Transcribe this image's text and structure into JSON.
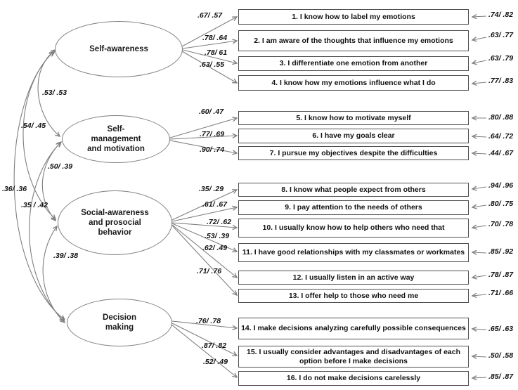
{
  "diagram_type": "confirmatory-factor-analysis-path-diagram",
  "factors": [
    {
      "name": "Self-awareness",
      "display_name": "Self-awareness",
      "loadings": [
        ".67/ .57",
        ".78/ .64",
        ".78/ 61",
        ".63/ .55"
      ]
    },
    {
      "name": "Self-management and motivation",
      "display_name": "Self-\nmanagement\nand motivation",
      "loadings": [
        ".60/ .47",
        ".77/ .69",
        ".90/ .74"
      ]
    },
    {
      "name": "Social-awareness and prosocial behavior",
      "display_name": "Social-awareness\nand prosocial\nbehavior",
      "loadings": [
        ".35/ .29",
        ".61/ .67",
        ".72/ .62",
        ".53/ .39",
        ".62/ .49",
        ".71/ .76"
      ]
    },
    {
      "name": "Decision making",
      "display_name": "Decision\nmaking",
      "loadings": [
        ".76/ .78",
        ".87/ .82",
        ".52/ .49"
      ]
    }
  ],
  "items": [
    {
      "label": "1. I know how to label my emotions",
      "value": ".74/ .82"
    },
    {
      "label": "2. I am aware of the thoughts that influence my emotions",
      "value": ".63/ .77"
    },
    {
      "label": "3. I differentiate one emotion from another",
      "value": ".63/ .79"
    },
    {
      "label": "4. I know how my emotions influence what I do",
      "value": ".77/ .83"
    },
    {
      "label": "5. I know how to motivate myself",
      "value": ".80/ .88"
    },
    {
      "label": "6. I have my goals clear",
      "value": ".64/ .72"
    },
    {
      "label": "7. I pursue my objectives despite the difficulties",
      "value": ".44/ .67"
    },
    {
      "label": "8. I know what people expect from others",
      "value": ".94/ .96"
    },
    {
      "label": "9. I pay attention to the needs of others",
      "value": ".80/ .75"
    },
    {
      "label": "10. I usually know how to help others who need that",
      "value": ".70/ .78"
    },
    {
      "label": "11. I have good relationships with my classmates or workmates",
      "value": ".85/ .92"
    },
    {
      "label": "12. I usually listen in an active way",
      "value": ".78/ .87"
    },
    {
      "label": "13. I offer help to those who need me",
      "value": ".71/ .66"
    },
    {
      "label": "14. I make decisions analyzing carefully possible consequences",
      "value": ".65/ .63"
    },
    {
      "label": "15. I usually consider advantages and disadvantages of each option before I make decisions",
      "value": ".50/ .58"
    },
    {
      "label": "16. I do not make decisions carelessly",
      "value": ".85/ .87"
    }
  ],
  "correlations": [
    {
      "pair": "Self-awareness & Self-management and motivation",
      "value": ".53/ .53"
    },
    {
      "pair": "Self-awareness & Social-awareness and prosocial behavior",
      "value": ".54/ .45"
    },
    {
      "pair": "Self-management and motivation & Social-awareness and prosocial behavior",
      "value": ".50/ .39"
    },
    {
      "pair": "Self-awareness & Decision making",
      "value": ".36/ .36"
    },
    {
      "pair": "Self-management and motivation & Decision making",
      "value": ".35 / .42"
    },
    {
      "pair": "Social-awareness and prosocial behavior & Decision making",
      "value": ".39/ .38"
    }
  ],
  "colors": {
    "background": "#ffffff",
    "line": "#7f7f7f",
    "box_border": "#4f4f4f",
    "ellipse_border": "#7f7f7f",
    "text": "#000000"
  }
}
